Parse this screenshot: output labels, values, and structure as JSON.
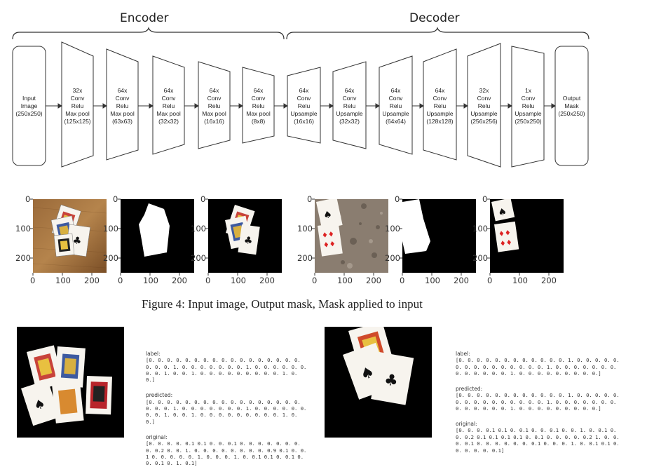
{
  "diagram": {
    "encoder_title": "Encoder",
    "decoder_title": "Decoder",
    "input_block": "Input\nImage\n(250x250)",
    "encoder_blocks": [
      "32x\nConv\nRelu\nMax pool\n(125x125)",
      "64x\nConv\nRelu\nMax pool\n(63x63)",
      "64x\nConv\nRelu\nMax pool\n(32x32)",
      "64x\nConv\nRelu\nMax pool\n(16x16)",
      "64x\nConv\nRelu\nMax pool\n(8x8)"
    ],
    "decoder_blocks": [
      "64x\nConv\nRelu\nUpsample\n(16x16)",
      "64x\nConv\nRelu\nUpsample\n(32x32)",
      "64x\nConv\nRelu\nUpsample\n(64x64)",
      "64x\nConv\nRelu\nUpsample\n(128x128)",
      "32x\nConv\nRelu\nUpsample\n(256x256)",
      "1x\nConv\nRelu\nUpsample\n(250x250)"
    ],
    "output_block": "Output\nMask\n(250x250)"
  },
  "panels": {
    "x_ticks": [
      "0",
      "100",
      "200"
    ],
    "y_ticks": [
      "0",
      "100",
      "200"
    ]
  },
  "figure_caption": "Figure 4: Input image, Output mask, Mask applied to input",
  "examples": [
    {
      "label_heading": "label:",
      "label_text": "[0. 0. 0. 0. 0. 0. 0. 0. 0. 0. 0. 0. 0. 0. 0. 0. 0. 0. 0. 0. 1. 0. 0. 0. 0. 0. 0. 0. 1. 0. 0. 0. 0. 0. 0. 0. 0. 1. 0. 0. 1. 0. 0. 0. 0. 0. 0. 0. 0. 0. 1. 0. 0.]",
      "predicted_heading": "predicted:",
      "predicted_text": "[0. 0. 0. 0. 0. 0. 0. 0. 0. 0. 0. 0. 0. 0. 0. 0. 0. 0. 0. 0. 1. 0. 0. 0. 0. 0. 0. 0. 1. 0. 0. 0. 0. 0. 0. 0. 0. 1. 0. 0. 1. 0. 0. 0. 0. 0. 0. 0. 0. 0. 1. 0. 0.]",
      "original_heading": "original:",
      "original_text": "[0. 0. 0. 0. 0.1 0.1 0. 0. 0.1 0. 0. 0. 0. 0. 0. 0. 0. 0.2 0. 0. 1. 0. 0. 0. 0. 0. 0. 0. 0. 0.9 0.1 0. 0.1 0. 0. 0. 0. 0. 1. 0. 0. 0. 1. 0. 0.1 0.1 0. 0.1 0. 0. 0.1 0. 1. 0.1]"
    },
    {
      "label_heading": "label:",
      "label_text": "[0. 0. 0. 0. 0. 0. 0. 0. 0. 0. 0. 0. 1. 0. 0. 0. 0. 0. 0. 0. 0. 0. 0. 0. 0. 0. 0. 0. 1. 0. 0. 0. 0. 0. 0. 0. 0. 0. 0. 0. 0. 0. 1. 0. 0. 0. 0. 0. 0. 0. 0. 0.]",
      "predicted_heading": "predicted:",
      "predicted_text": "[0. 0. 0. 0. 0. 0. 0. 0. 0. 0. 0. 0. 1. 0. 0. 0. 0. 0. 0. 0. 0. 0. 0. 0. 0. 0. 0. 0. 1. 0. 0. 0. 0. 0. 0. 0. 0. 0. 0. 0. 0. 0. 1. 0. 0. 0. 0. 0. 0. 0. 0. 0.]",
      "original_heading": "original:",
      "original_text": "[0. 0. 0. 0.1 0.1 0. 0.1 0. 0. 0.1 0. 0. 1. 0. 0.1 0. 0. 0.2 0.1 0.1 0.1 0.1 0. 0.1 0. 0. 0. 0. 0.2 1. 0. 0. 0. 0.1 0. 0. 0. 0. 0. 0. 0.1 0. 0. 0. 1. 0. 0.1 0.1 0. 0. 0. 0. 0. 0.1]"
    }
  ]
}
